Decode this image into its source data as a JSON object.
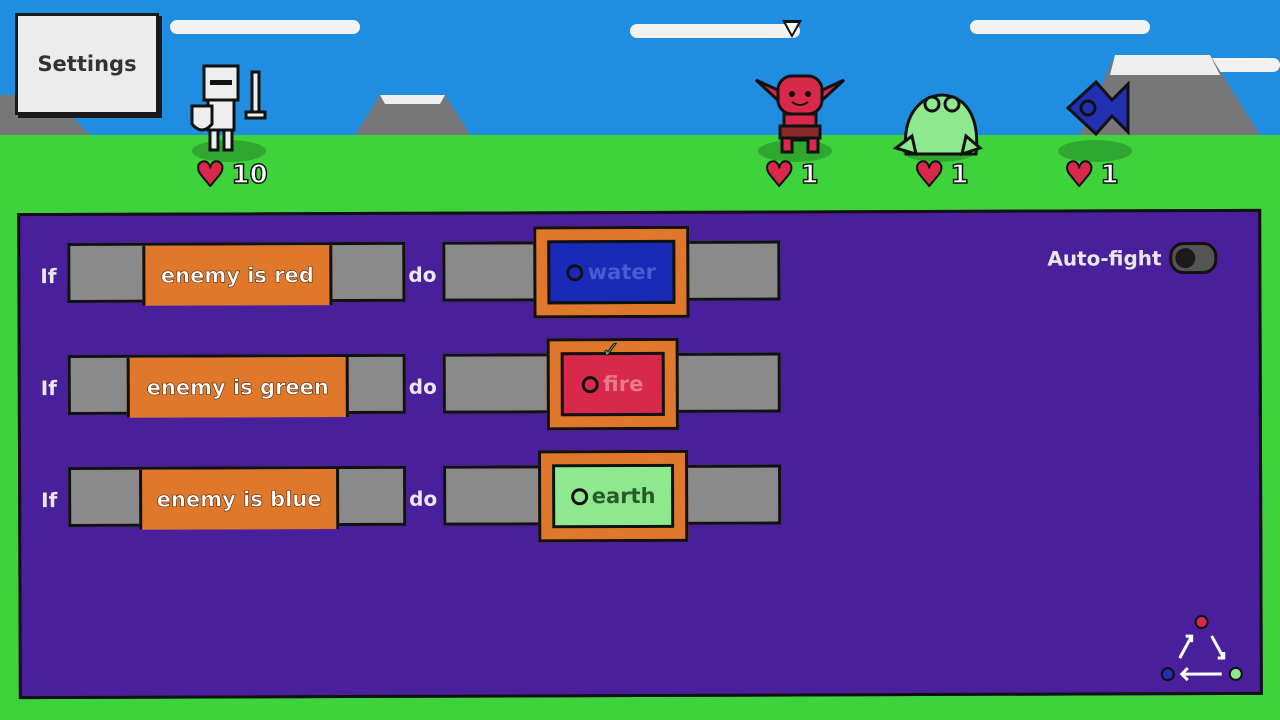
{
  "settings": {
    "label": "Settings"
  },
  "player": {
    "hp": "10"
  },
  "enemies": [
    {
      "name": "red goblin",
      "color": "#d8294a",
      "hp": "1"
    },
    {
      "name": "green frog",
      "color": "#8ee88e",
      "hp": "1"
    },
    {
      "name": "blue fish",
      "color": "#2030b0",
      "hp": "1"
    }
  ],
  "rules": [
    {
      "if": "If",
      "condition": "enemy is red",
      "do": "do",
      "action": "water",
      "action_color": "#1a2ab8",
      "action_text_color": "#4a5ad0",
      "checked": false
    },
    {
      "if": "If",
      "condition": "enemy is green",
      "do": "do",
      "action": "fire",
      "action_color": "#d8294a",
      "action_text_color": "#e87a8a",
      "checked": true
    },
    {
      "if": "If",
      "condition": "enemy is blue",
      "do": "do",
      "action": "earth",
      "action_color": "#8ee88e",
      "action_text_color": "#2a5a2a",
      "checked": false
    }
  ],
  "auto_fight": {
    "label": "Auto-fight",
    "enabled": false
  },
  "icons": {
    "marker": "selection-arrow-icon",
    "cycle": "element-cycle-icon",
    "heart": "heart-icon",
    "check": "check-icon"
  }
}
